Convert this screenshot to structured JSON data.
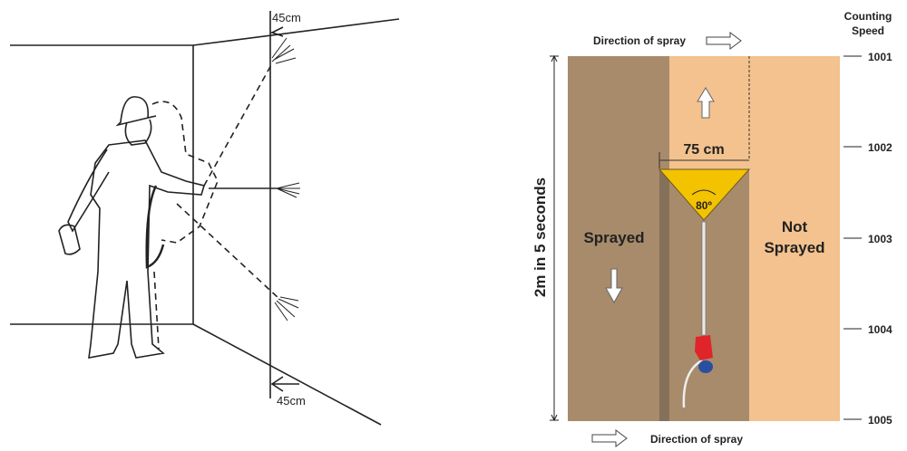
{
  "left_sketch": {
    "top_distance": "45cm",
    "bottom_distance": "45cm"
  },
  "right_diagram": {
    "counting_speed_title": [
      "Counting",
      "Speed"
    ],
    "counts": [
      "1001",
      "1002",
      "1003",
      "1004",
      "1005"
    ],
    "direction_top": "Direction of spray",
    "direction_bottom": "Direction of spray",
    "vertical_label": "2m in 5 seconds",
    "swath_width": "75 cm",
    "nozzle_angle": "80º",
    "sprayed_label": "Sprayed",
    "not_sprayed_label": [
      "Not",
      "Sprayed"
    ],
    "colors": {
      "sprayed": "#a88b6b",
      "overlap_strip": "#85705a",
      "not_sprayed": "#f3c28e",
      "spray_fan": "#f4c300",
      "hand": "#e0252a",
      "sleeve": "#2a4fa0"
    }
  }
}
